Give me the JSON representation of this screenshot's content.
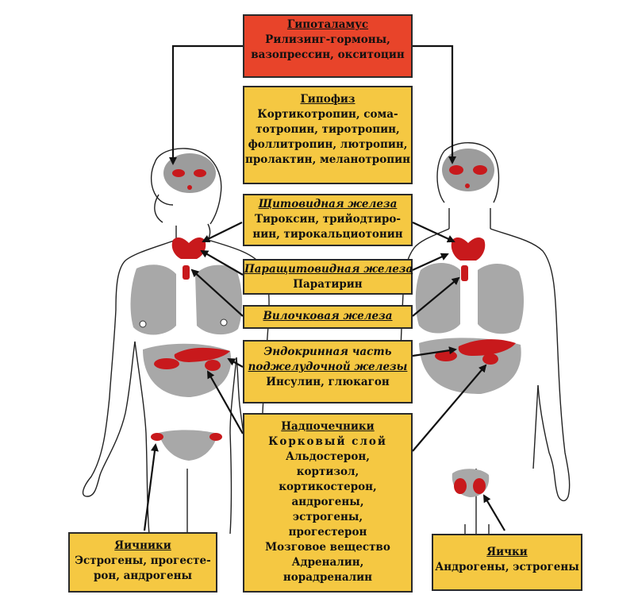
{
  "colors": {
    "box_fill": "#f5c842",
    "hypothalamus_fill": "#e8442a",
    "gland_red": "#c8191c",
    "organ_gray": "#a9a9a9"
  },
  "hypothalamus": {
    "title": "Гипоталамус",
    "lines": [
      "Рилизинг-гормоны,",
      "вазопрессин, окситоцин"
    ]
  },
  "pituitary": {
    "title": "Гипофиз",
    "lines": [
      "Кортикотропин, сома-",
      "тотропин, тиротропин,",
      "фоллитропин, лютропин,",
      "пролактин, меланотропин"
    ]
  },
  "thyroid": {
    "title": "Щитовидная железа",
    "lines": [
      "Тироксин, трийодтиро-",
      "нин, тирокальциотонин"
    ]
  },
  "parathyroid": {
    "title": "Паращитовидная железа",
    "lines": [
      "Паратирин"
    ]
  },
  "thymus": {
    "title": "Вилочковая железа"
  },
  "pancreas": {
    "title_lines": [
      "Эндокринная часть",
      "поджелудочной железы"
    ],
    "lines": [
      "Инсулин, глюкагон"
    ]
  },
  "adrenal": {
    "title": "Надпочечники",
    "cortex": "Корковый слой",
    "cortex_hormones": [
      "Альдостерон,",
      "кортизол,",
      "кортикостерон,",
      "андрогены,",
      "эстрогены,",
      "прогестерон"
    ],
    "medulla": "Мозговое вещество",
    "medulla_hormones": [
      "Адреналин,",
      "норадреналин"
    ]
  },
  "ovaries": {
    "title": "Яичники",
    "lines": [
      "Эстрогены, прогесте-",
      "рон, андрогены"
    ]
  },
  "testes": {
    "title": "Яички",
    "lines": [
      "Андрогены, эстрогены"
    ]
  }
}
